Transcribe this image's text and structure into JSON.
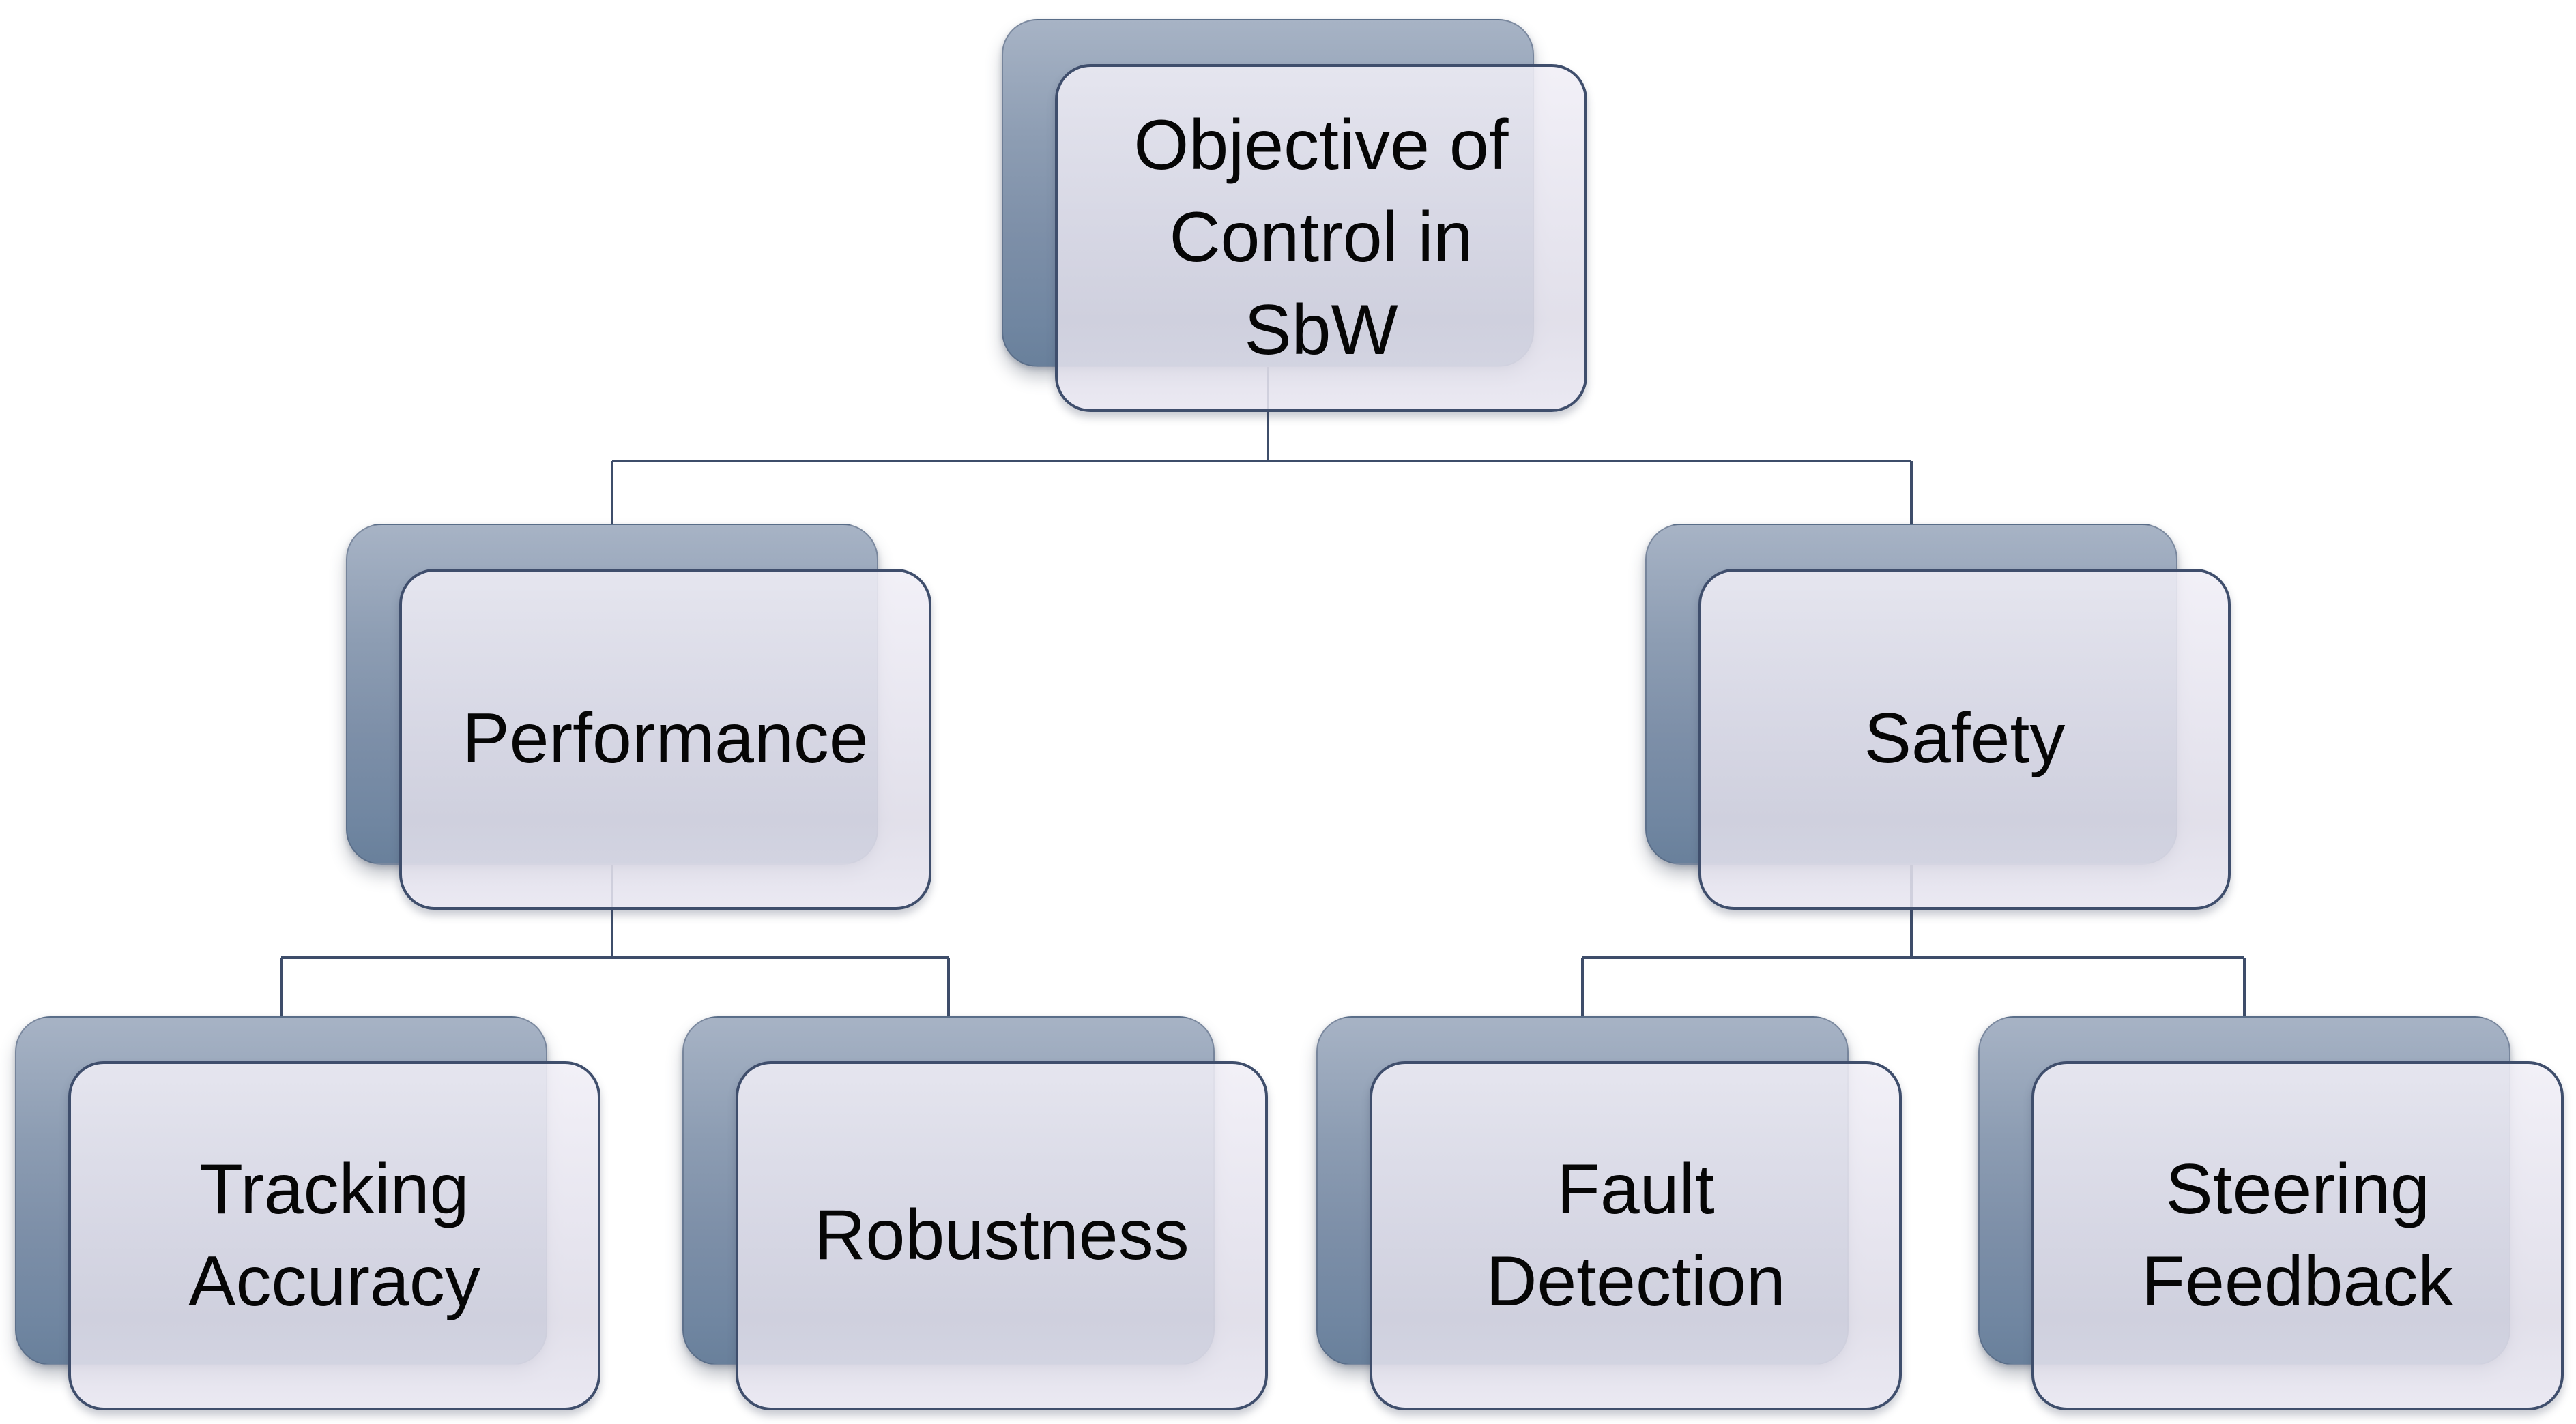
{
  "diagram": {
    "type": "hierarchy",
    "description": "Objectives of control in steer-by-wire (SbW) hierarchy diagram"
  },
  "nodes": [
    {
      "id": "root",
      "label": "Objective of Control in SbW",
      "level": 1,
      "parent": null
    },
    {
      "id": "performance",
      "label": "Performance",
      "level": 2,
      "parent": "root"
    },
    {
      "id": "safety",
      "label": "Safety",
      "level": 2,
      "parent": "root"
    },
    {
      "id": "tracking-accuracy",
      "label": "Tracking Accuracy",
      "level": 3,
      "parent": "performance"
    },
    {
      "id": "robustness",
      "label": "Robustness",
      "level": 3,
      "parent": "performance"
    },
    {
      "id": "fault-detection",
      "label": "Fault Detection",
      "level": 3,
      "parent": "safety"
    },
    {
      "id": "steering-feedback",
      "label": "Steering Feedback",
      "level": 3,
      "parent": "safety"
    }
  ],
  "edges": [
    {
      "from": "root",
      "to": "performance"
    },
    {
      "from": "root",
      "to": "safety"
    },
    {
      "from": "performance",
      "to": "tracking-accuracy"
    },
    {
      "from": "performance",
      "to": "robustness"
    },
    {
      "from": "safety",
      "to": "fault-detection"
    },
    {
      "from": "safety",
      "to": "steering-feedback"
    }
  ],
  "colors": {
    "background": "#ffffff",
    "connector": "#3e4d6a",
    "back_box_top": "#a7b3c5",
    "back_box_bottom": "#69809b",
    "front_box": "#e4e2ed",
    "front_box_border": "#3f4e6c",
    "text": "#060606"
  }
}
